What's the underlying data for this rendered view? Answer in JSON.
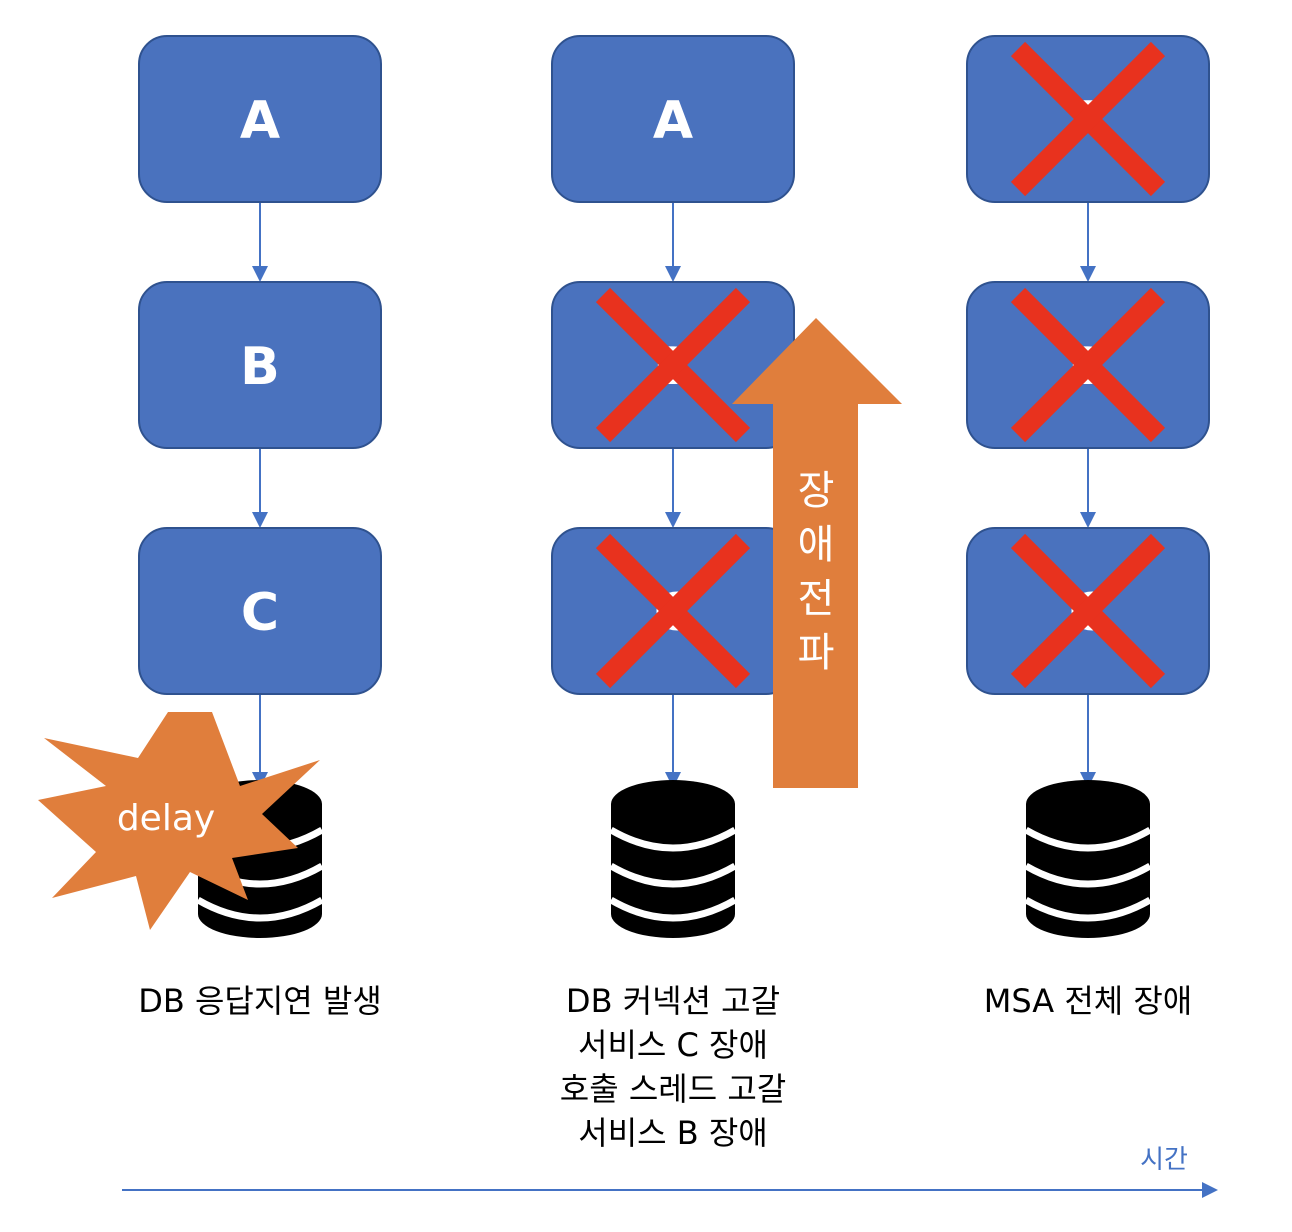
{
  "colors": {
    "box_fill": "#4a72be",
    "box_stroke": "#2f528f",
    "connector": "#4472c4",
    "failure_cross": "#e8321e",
    "propagation_arrow": "#e07e3c",
    "burst_fill": "#e07e3c",
    "database": "#000000"
  },
  "columns": [
    {
      "nodes": [
        {
          "label": "A",
          "failed": false
        },
        {
          "label": "B",
          "failed": false
        },
        {
          "label": "C",
          "failed": false
        }
      ],
      "caption_lines": [
        "DB 응답지연 발생"
      ]
    },
    {
      "nodes": [
        {
          "label": "A",
          "failed": false
        },
        {
          "label": "B",
          "failed": true
        },
        {
          "label": "C",
          "failed": true
        }
      ],
      "caption_lines": [
        "DB 커넥션 고갈",
        "서비스 C 장애",
        "호출 스레드 고갈",
        "서비스 B 장애"
      ]
    },
    {
      "nodes": [
        {
          "label": "A",
          "failed": true
        },
        {
          "label": "B",
          "failed": true
        },
        {
          "label": "C",
          "failed": true
        }
      ],
      "caption_lines": [
        "MSA 전체 장애"
      ]
    }
  ],
  "delay_burst": {
    "label": "delay",
    "icon": "explosion-burst-icon"
  },
  "propagation": {
    "chars": [
      "장",
      "애",
      "전",
      "파"
    ],
    "icon": "up-arrow-icon"
  },
  "database_icon": "database-icon",
  "timeline": {
    "label": "시간",
    "icon": "right-arrow-icon"
  }
}
